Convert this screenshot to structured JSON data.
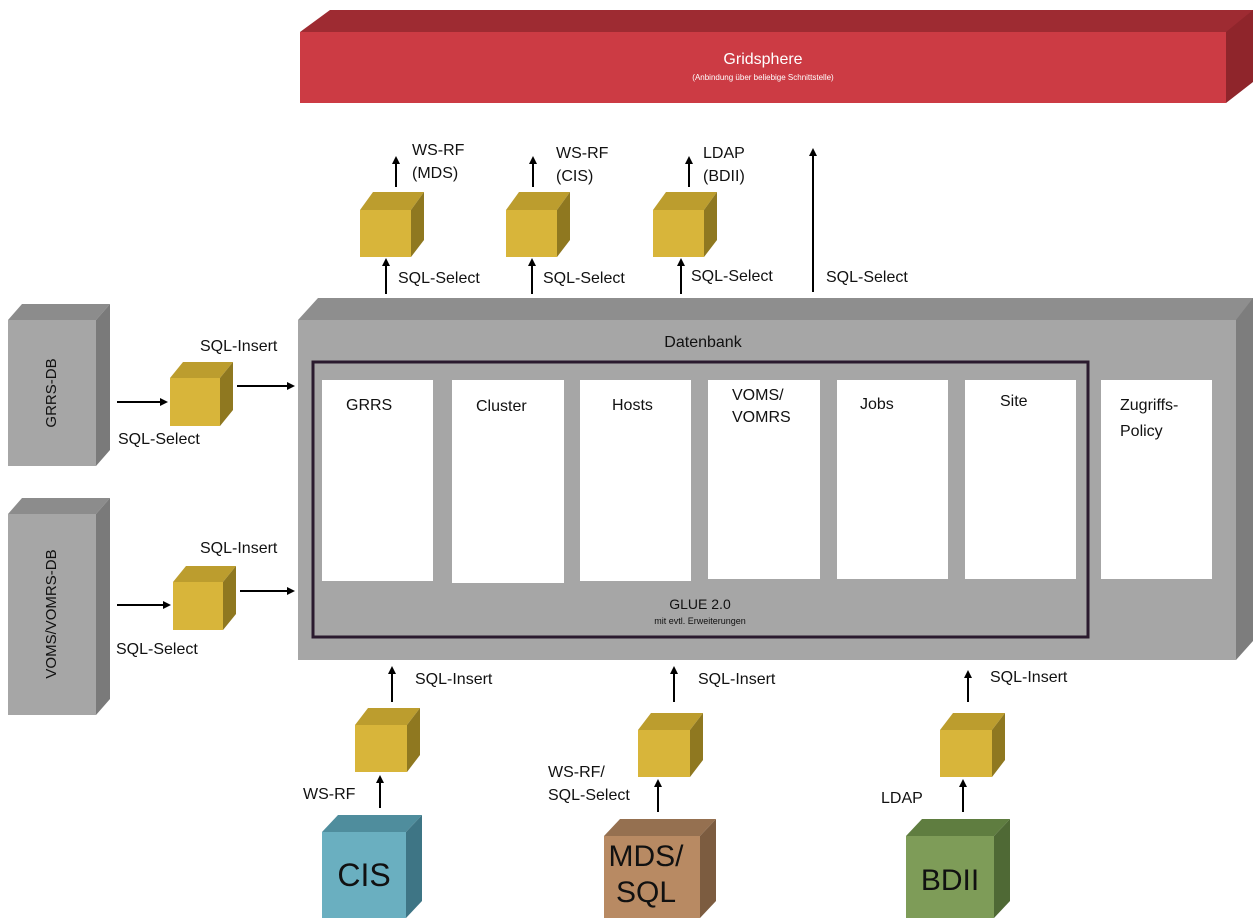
{
  "gridsphere": {
    "title": "Gridsphere",
    "subtitle": "(Anbindung über beliebige Schnittstelle)"
  },
  "top_adapters": [
    {
      "protocol_line1": "WS-RF",
      "protocol_line2": "(MDS)",
      "select_label": "SQL-Select"
    },
    {
      "protocol_line1": "WS-RF",
      "protocol_line2": "(CIS)",
      "select_label": "SQL-Select"
    },
    {
      "protocol_line1": "LDAP",
      "protocol_line2": "(BDII)",
      "select_label": "SQL-Select"
    }
  ],
  "direct_select_label": "SQL-Select",
  "database": {
    "title": "Datenbank",
    "tables": [
      "GRRS",
      "Cluster",
      "Hosts",
      "VOMS/\nVOMRS",
      "Jobs",
      "Site"
    ],
    "glue_title": "GLUE 2.0",
    "glue_subtitle": "mit evtl. Erweiterungen",
    "policy": "Zugriffs-\nPolicy"
  },
  "left_sources": [
    {
      "name": "GRRS-DB",
      "insert_label": "SQL-Insert",
      "select_label": "SQL-Select"
    },
    {
      "name": "VOMS/VOMRS-DB",
      "insert_label": "SQL-Insert",
      "select_label": "SQL-Select"
    }
  ],
  "bottom_sources": [
    {
      "name": "CIS",
      "protocol": "WS-RF",
      "insert_label": "SQL-Insert",
      "color": "#6aafc0"
    },
    {
      "name": "MDS/\nSQL",
      "protocol": "WS-RF/\nSQL-Select",
      "insert_label": "SQL-Insert",
      "color": "#b88a63"
    },
    {
      "name": "BDII",
      "protocol": "LDAP",
      "insert_label": "SQL-Insert",
      "color": "#7e9c58"
    }
  ],
  "colors": {
    "gridsphere": "#cc3b44",
    "database": "#a6a6a6",
    "adapter": "#d8b53a",
    "glue_border": "#2a1a2e"
  }
}
